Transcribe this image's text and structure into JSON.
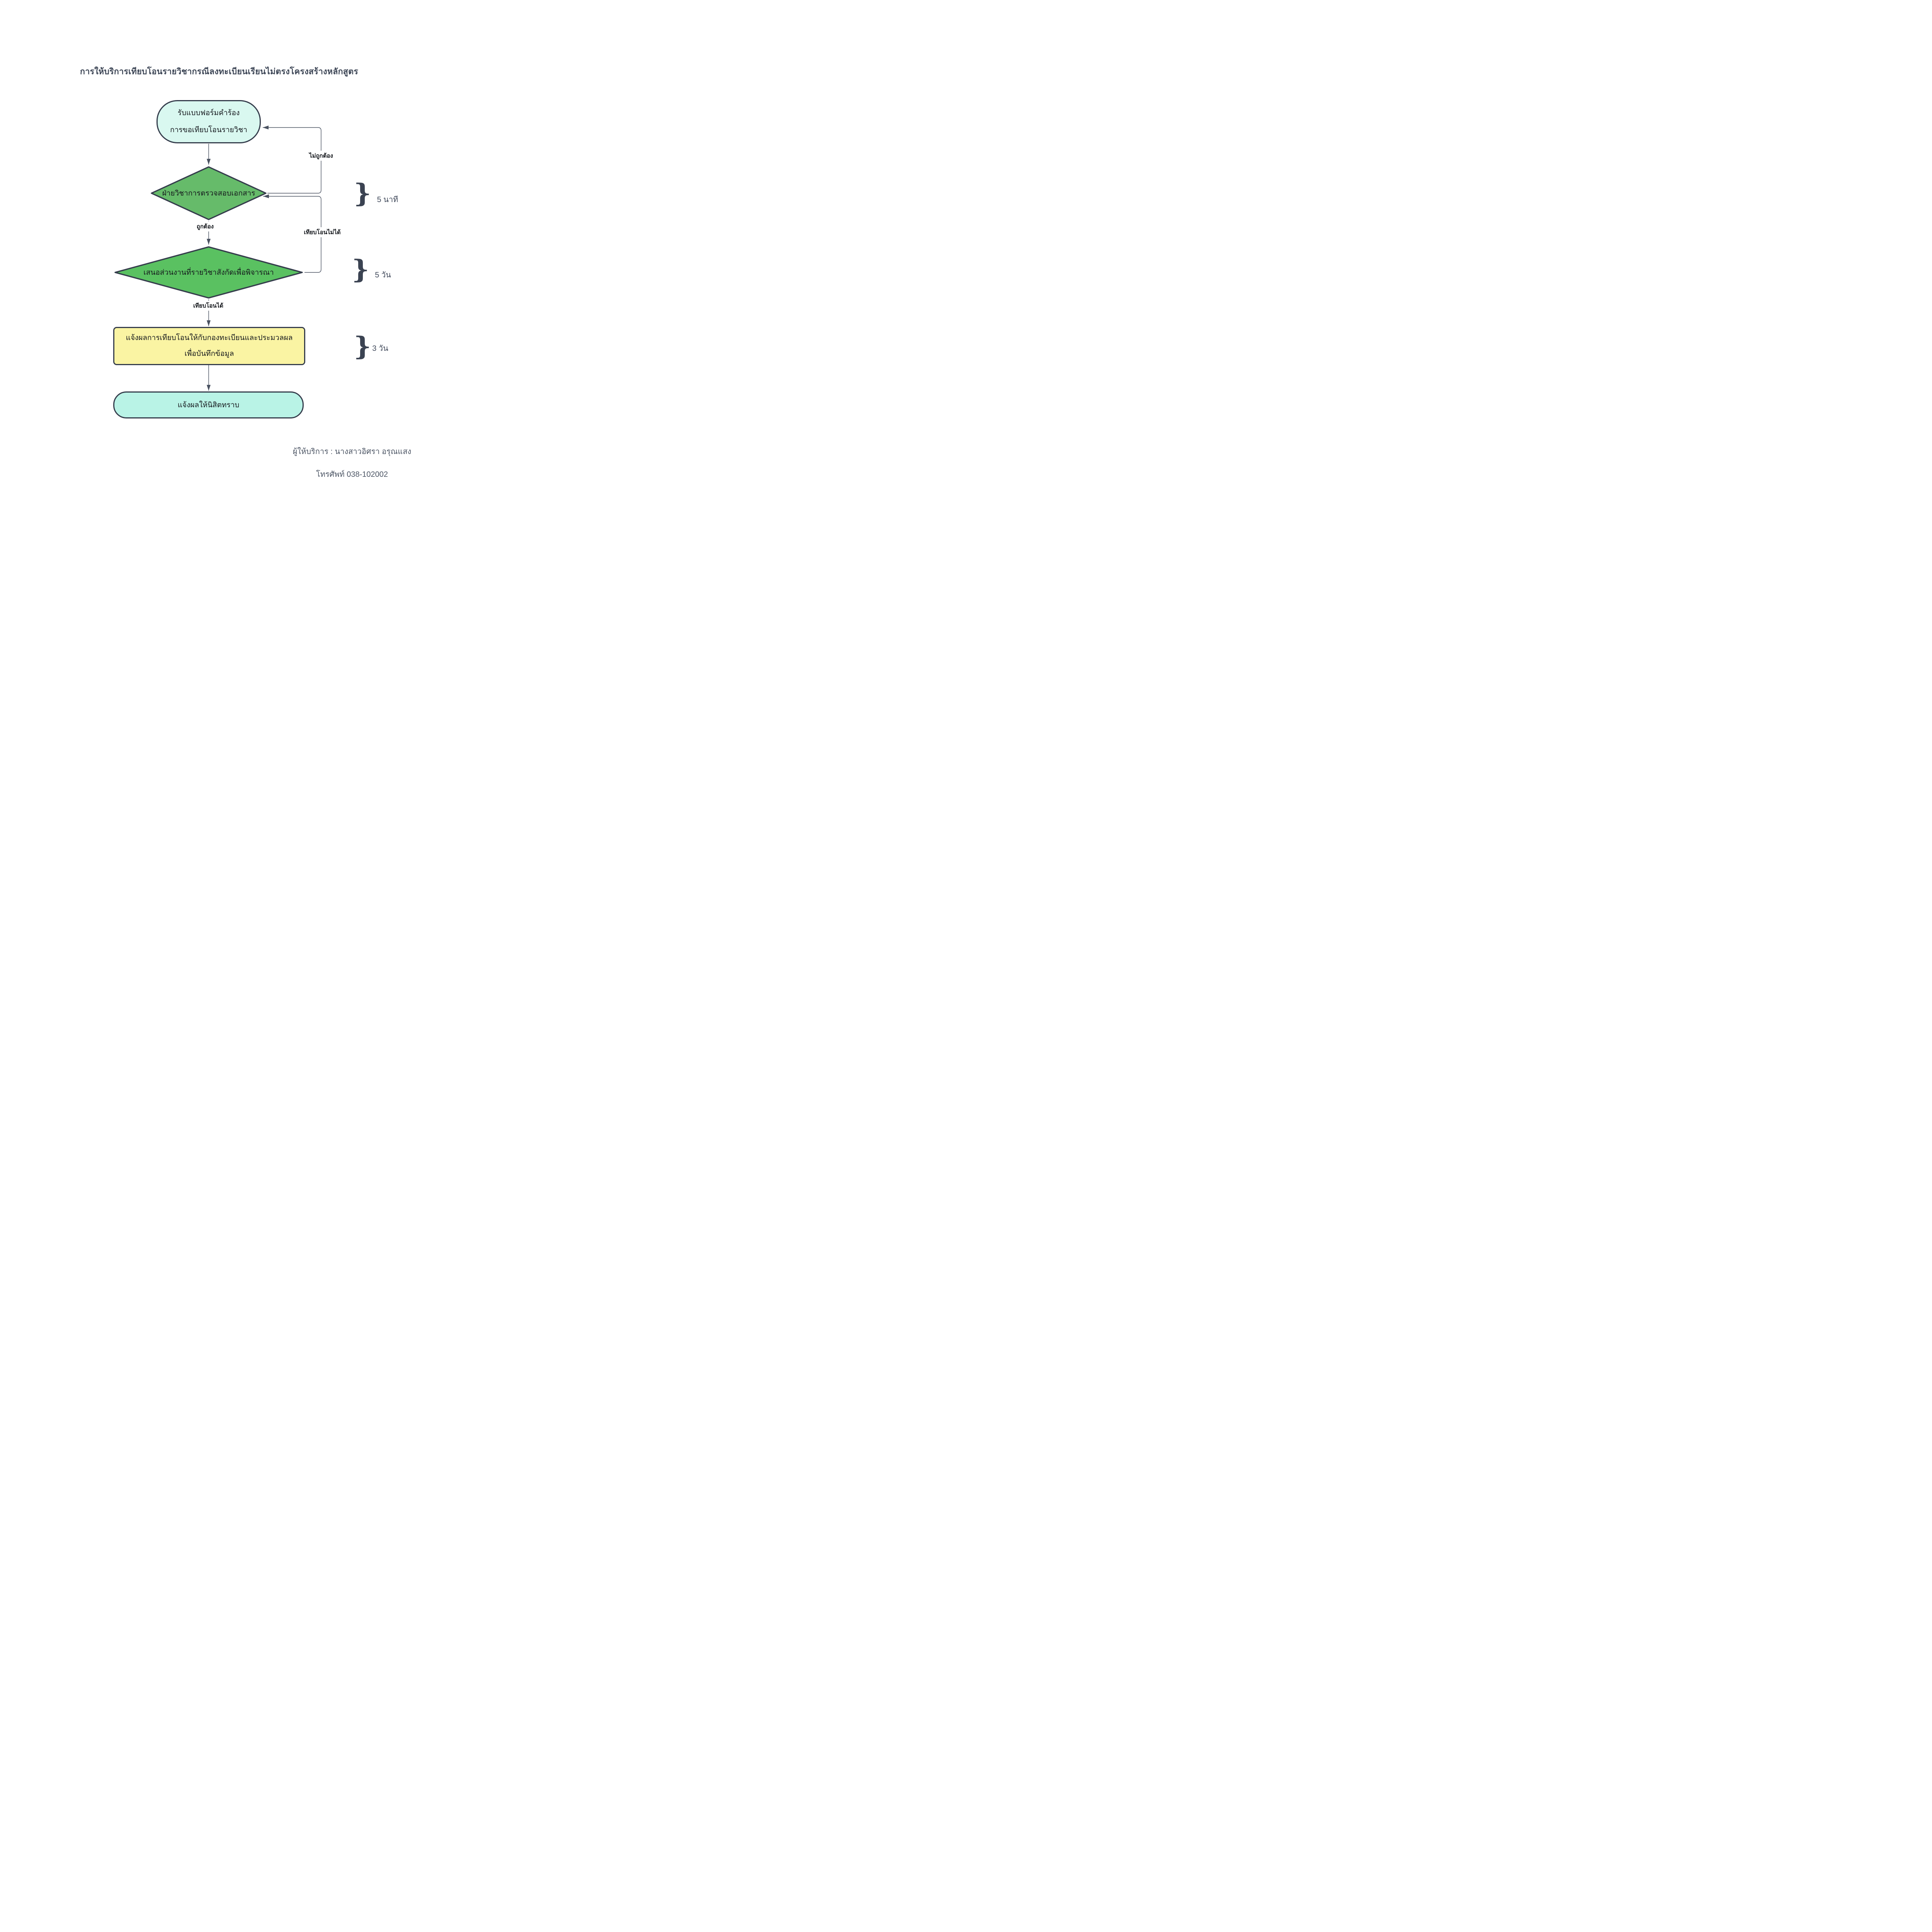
{
  "title": "การให้บริการเทียบโอนรายวิชากรณีลงทะเบียนเรียนไม่ตรงโครงสร้างหลักสูตร",
  "nodes": {
    "start": {
      "type": "terminator",
      "line1": "รับแบบฟอร์มคำร้อง",
      "line2": "การขอเทียบโอนรายวิชา",
      "fill": "#d9f8f0"
    },
    "check": {
      "type": "decision",
      "label": "ฝ่ายวิชาการตรวจสอบเอกสาร",
      "fill": "#66bb6a"
    },
    "consider": {
      "type": "decision",
      "label": "เสนอส่วนงานที่รายวิชาสังกัดเพื่อพิจารณา",
      "fill": "#5ac161"
    },
    "record": {
      "type": "process",
      "line1": "แจ้งผลการเทียบโอนให้กับกองทะเบียนและประมวลผล",
      "line2": "เพื่อบันทึกข้อมูล",
      "fill": "#faf4a3"
    },
    "end": {
      "type": "terminator",
      "label": "แจ้งผลให้นิสิตทราบ",
      "fill": "#b9f3e6"
    }
  },
  "edge_labels": {
    "incorrect": "ไม่ถูกต้อง",
    "correct": "ถูกต้อง",
    "cannot_transfer": "เทียบโอนไม่ได้",
    "can_transfer": "เทียบโอนได้"
  },
  "durations": [
    {
      "brace": "}",
      "label": "5 นาที"
    },
    {
      "brace": "}",
      "label": "5  วัน"
    },
    {
      "brace": "}",
      "label": "3 วัน"
    }
  ],
  "footer": {
    "provider": "ผู้ให้บริการ : นางสาวอิศรา อรุณแสง",
    "phone": "โทรศัพท์ 038-102002"
  },
  "colors": {
    "line": "#4a5261",
    "border": "#353d4c",
    "start_fill": "#d9f8f0",
    "end_fill": "#b9f3e6",
    "check_fill": "#66bb6a",
    "consider_fill": "#5ac161",
    "record_fill": "#faf4a3",
    "title_text": "#3d4656",
    "footer_text": "#4e5766"
  }
}
